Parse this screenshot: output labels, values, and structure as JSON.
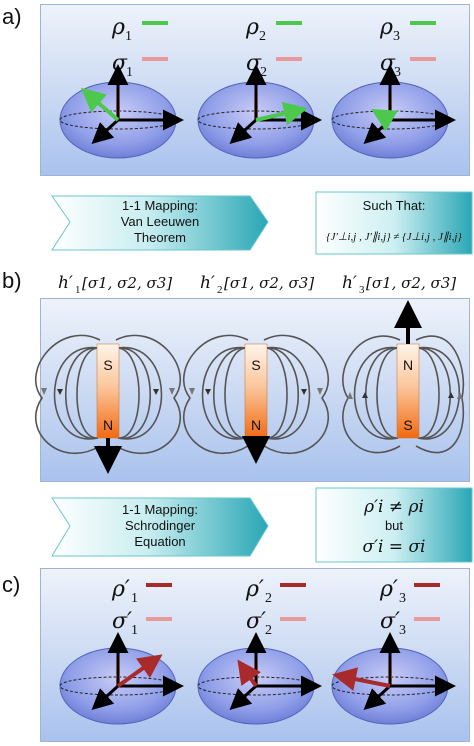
{
  "panels": {
    "a": {
      "label": "a)"
    },
    "b": {
      "label": "b)"
    },
    "c": {
      "label": "c)"
    }
  },
  "panel_a": {
    "legend": [
      {
        "rho": "ρ",
        "sub": "1",
        "sigma": "σ",
        "ssub": "1"
      },
      {
        "rho": "ρ",
        "sub": "2",
        "sigma": "σ",
        "ssub": "2"
      },
      {
        "rho": "ρ",
        "sub": "3",
        "sigma": "σ",
        "ssub": "3"
      }
    ]
  },
  "mapping1": {
    "arrow_lines": [
      "1-1 Mapping:",
      "Van Leeuwen",
      "Theorem"
    ],
    "box_title": "Such That:",
    "box_formula": "{J′⊥i,j , J′∥i,j} ≠ {J⊥i,j , J∥i,j}"
  },
  "panel_b": {
    "hamiltonians": [
      {
        "h": "h′",
        "sub": "1",
        "args": "[σ1, σ2, σ3]"
      },
      {
        "h": "h′",
        "sub": "2",
        "args": "[σ1, σ2, σ3]"
      },
      {
        "h": "h′",
        "sub": "3",
        "args": "[σ1, σ2, σ3]"
      }
    ],
    "magnets": [
      {
        "top": "S",
        "bottom": "N"
      },
      {
        "top": "S",
        "bottom": "N"
      },
      {
        "top": "N",
        "bottom": "S"
      }
    ]
  },
  "mapping2": {
    "arrow_lines": [
      "1-1 Mapping:",
      "Schrodinger",
      "Equation"
    ],
    "box_line1": "ρ′i ≠ ρi",
    "box_line2": "but",
    "box_line3": "σ′i = σi"
  },
  "panel_c": {
    "legend": [
      {
        "rho": "ρ′",
        "sub": "1",
        "sigma": "σ′",
        "ssub": "1"
      },
      {
        "rho": "ρ′",
        "sub": "2",
        "sigma": "σ′",
        "ssub": "2"
      },
      {
        "rho": "ρ′",
        "sub": "3",
        "sigma": "σ′",
        "ssub": "3"
      }
    ]
  },
  "colors": {
    "rho_a": "#4cc94c",
    "sigma": "#e89a9a",
    "rho_c": "#a82a2a",
    "ellipsoid": "#8f9ee8",
    "magnet_top": "#fff4ea",
    "magnet_bottom": "#f26a12",
    "teal": "#2aa7b5"
  }
}
